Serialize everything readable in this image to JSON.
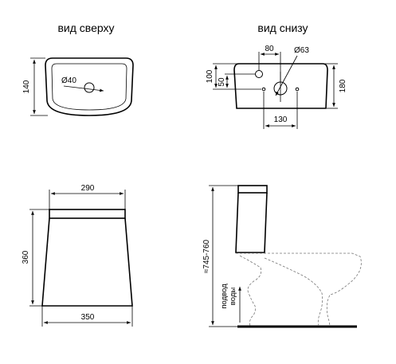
{
  "views": {
    "top_title": "вид сверху",
    "bottom_title": "вид снизу"
  },
  "top_view": {
    "depth": "140",
    "hole_diameter": "Ø40"
  },
  "bottom_view": {
    "offset": "80",
    "hole_diameter": "Ø63",
    "height_outer": "100",
    "height_inner": "50",
    "height_right": "180",
    "hole_spacing": "130"
  },
  "front_view": {
    "top_width": "290",
    "height": "360",
    "bottom_width": "350"
  },
  "side_view": {
    "height_range": "≈745-760",
    "water_supply_line1": "подвод",
    "water_supply_line2": "воды"
  }
}
